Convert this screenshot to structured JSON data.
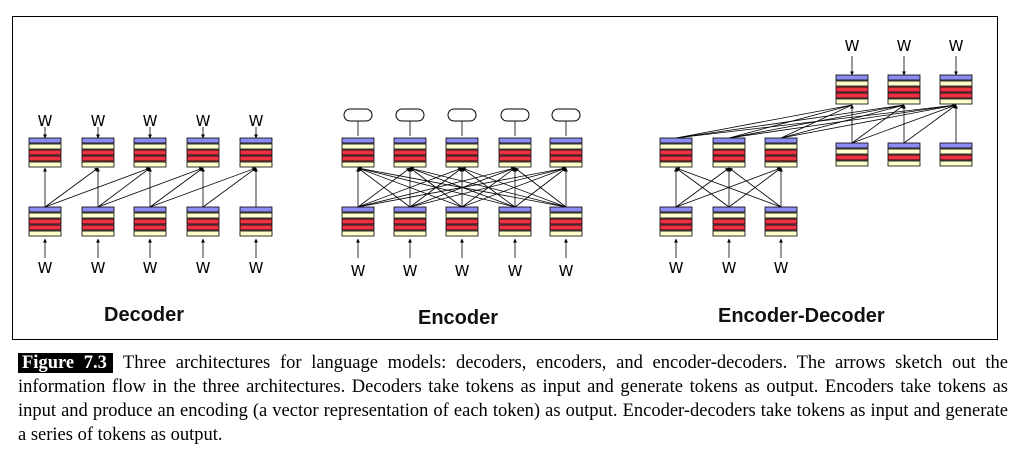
{
  "panels": {
    "decoder": {
      "label": "Decoder"
    },
    "encoder": {
      "label": "Encoder"
    },
    "encoder_decoder": {
      "label": "Encoder-Decoder"
    }
  },
  "token_label": "W",
  "caption": {
    "tag": "Figure 7.3",
    "text": "Three architectures for language models: decoders, encoders, and encoder-decoders. The arrows sketch out the information flow in the three architectures. Decoders take tokens as input and generate tokens as output. Encoders take tokens as input and produce an encoding (a vector representation of each token) as output. Encoder-decoders take tokens as input and generate a series of tokens as output."
  },
  "colors": {
    "blue": "#8c8cf0",
    "red": "#ee3344",
    "cream": "#ffffcc",
    "line": "#000000"
  }
}
